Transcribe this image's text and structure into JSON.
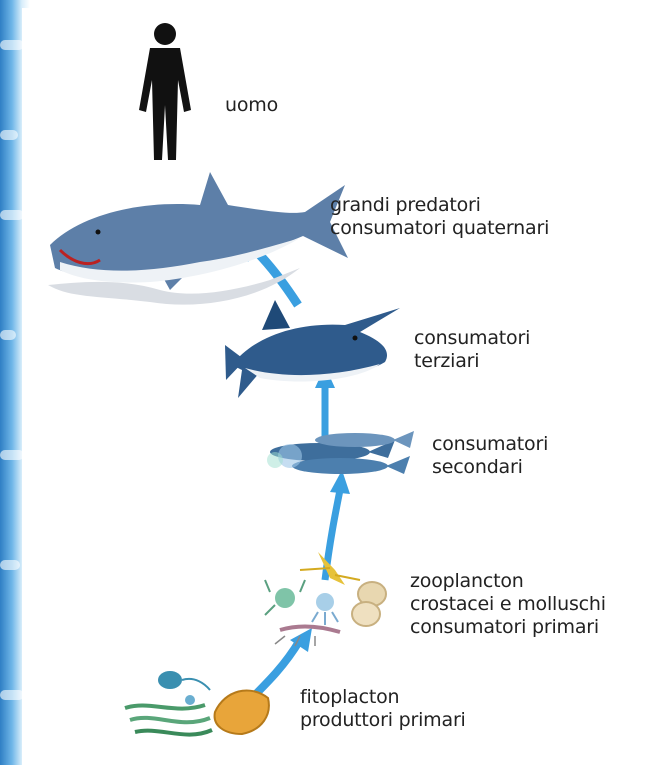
{
  "levels": [
    {
      "id": "uomo",
      "lines": [
        "uomo"
      ]
    },
    {
      "id": "grandi-predatori",
      "lines": [
        "grandi predatori",
        "consumatori quaternari"
      ]
    },
    {
      "id": "terziari",
      "lines": [
        "consumatori",
        "terziari"
      ]
    },
    {
      "id": "secondari",
      "lines": [
        "consumatori",
        "secondari"
      ]
    },
    {
      "id": "zooplancton",
      "lines": [
        "zooplancton",
        "crostacei e molluschi",
        "consumatori primari"
      ]
    },
    {
      "id": "fitoplacton",
      "lines": [
        "fitoplacton",
        "produttori primari"
      ]
    }
  ],
  "icons": {
    "human": "human-silhouette-icon",
    "shark": "shark-icon",
    "swordfish": "swordfish-icon",
    "small_fish": "small-fish-icon",
    "zooplankton": "zooplankton-icon",
    "phytoplankton": "phytoplankton-icon",
    "arrow": "arrow-up-icon"
  },
  "colors": {
    "arrow": "#3a9fe0",
    "shark": "#5d7fa8",
    "fish": "#3e6e9c",
    "text": "#222222",
    "background_edge": "#2f7fc4"
  }
}
